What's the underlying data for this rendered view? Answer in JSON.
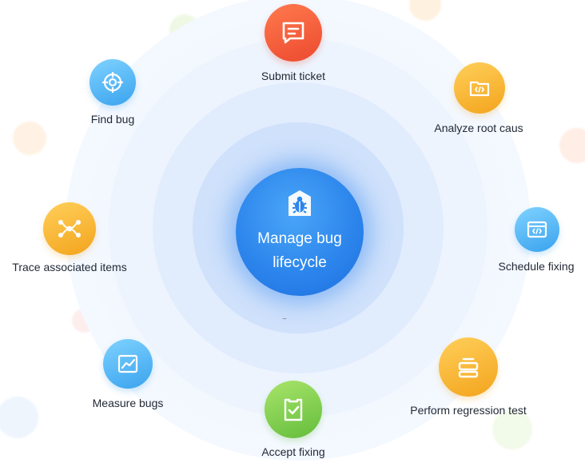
{
  "center": {
    "title": "Manage bug\nlifecycle",
    "icon": "bug-shield-icon",
    "mark": "~"
  },
  "nodes": [
    {
      "key": "submit",
      "label": "Submit ticket",
      "icon": "message-icon",
      "color": "#ec4a2f"
    },
    {
      "key": "analyze",
      "label": "Analyze root caus",
      "icon": "code-folder-icon",
      "color": "#f3a41d"
    },
    {
      "key": "schedule",
      "label": "Schedule fixing",
      "icon": "code-window-icon",
      "color": "#3aa3ee"
    },
    {
      "key": "regress",
      "label": "Perform regression test",
      "icon": "stack-icon",
      "color": "#f3a41d"
    },
    {
      "key": "accept",
      "label": "Accept fixing",
      "icon": "check-clipboard-icon",
      "color": "#64bd3c"
    },
    {
      "key": "measure",
      "label": "Measure bugs",
      "icon": "chart-icon",
      "color": "#3aa3ee"
    },
    {
      "key": "trace",
      "label": "Trace associated items",
      "icon": "branch-icon",
      "color": "#f3a41d"
    },
    {
      "key": "find",
      "label": "Find bug",
      "icon": "target-icon",
      "color": "#3aa3ee"
    }
  ]
}
